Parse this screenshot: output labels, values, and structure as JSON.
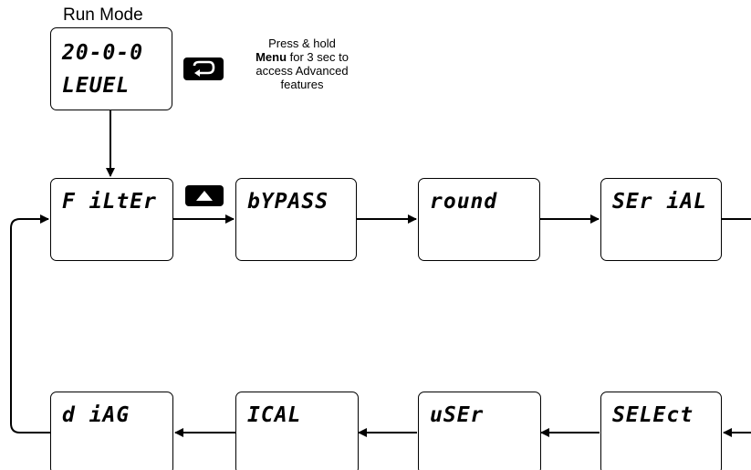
{
  "run_mode": {
    "title": "Run Mode",
    "display_line1": "20-0-0",
    "display_line2": "LEUEL"
  },
  "hint": {
    "line1": "Press & hold",
    "bold": "Menu",
    "line2_rest": " for 3 sec to",
    "line3": "access Advanced",
    "line4": "features"
  },
  "menu_icon": "menu-loop-icon",
  "up_icon": "up-arrow-icon",
  "row1": [
    {
      "label": "F iLtEr"
    },
    {
      "label": "bYPASS"
    },
    {
      "label": "round"
    },
    {
      "label": "SEr iAL"
    }
  ],
  "row2": [
    {
      "label": "d iAG"
    },
    {
      "label": "ICAL"
    },
    {
      "label": "uSEr"
    },
    {
      "label": "SELEct"
    }
  ]
}
